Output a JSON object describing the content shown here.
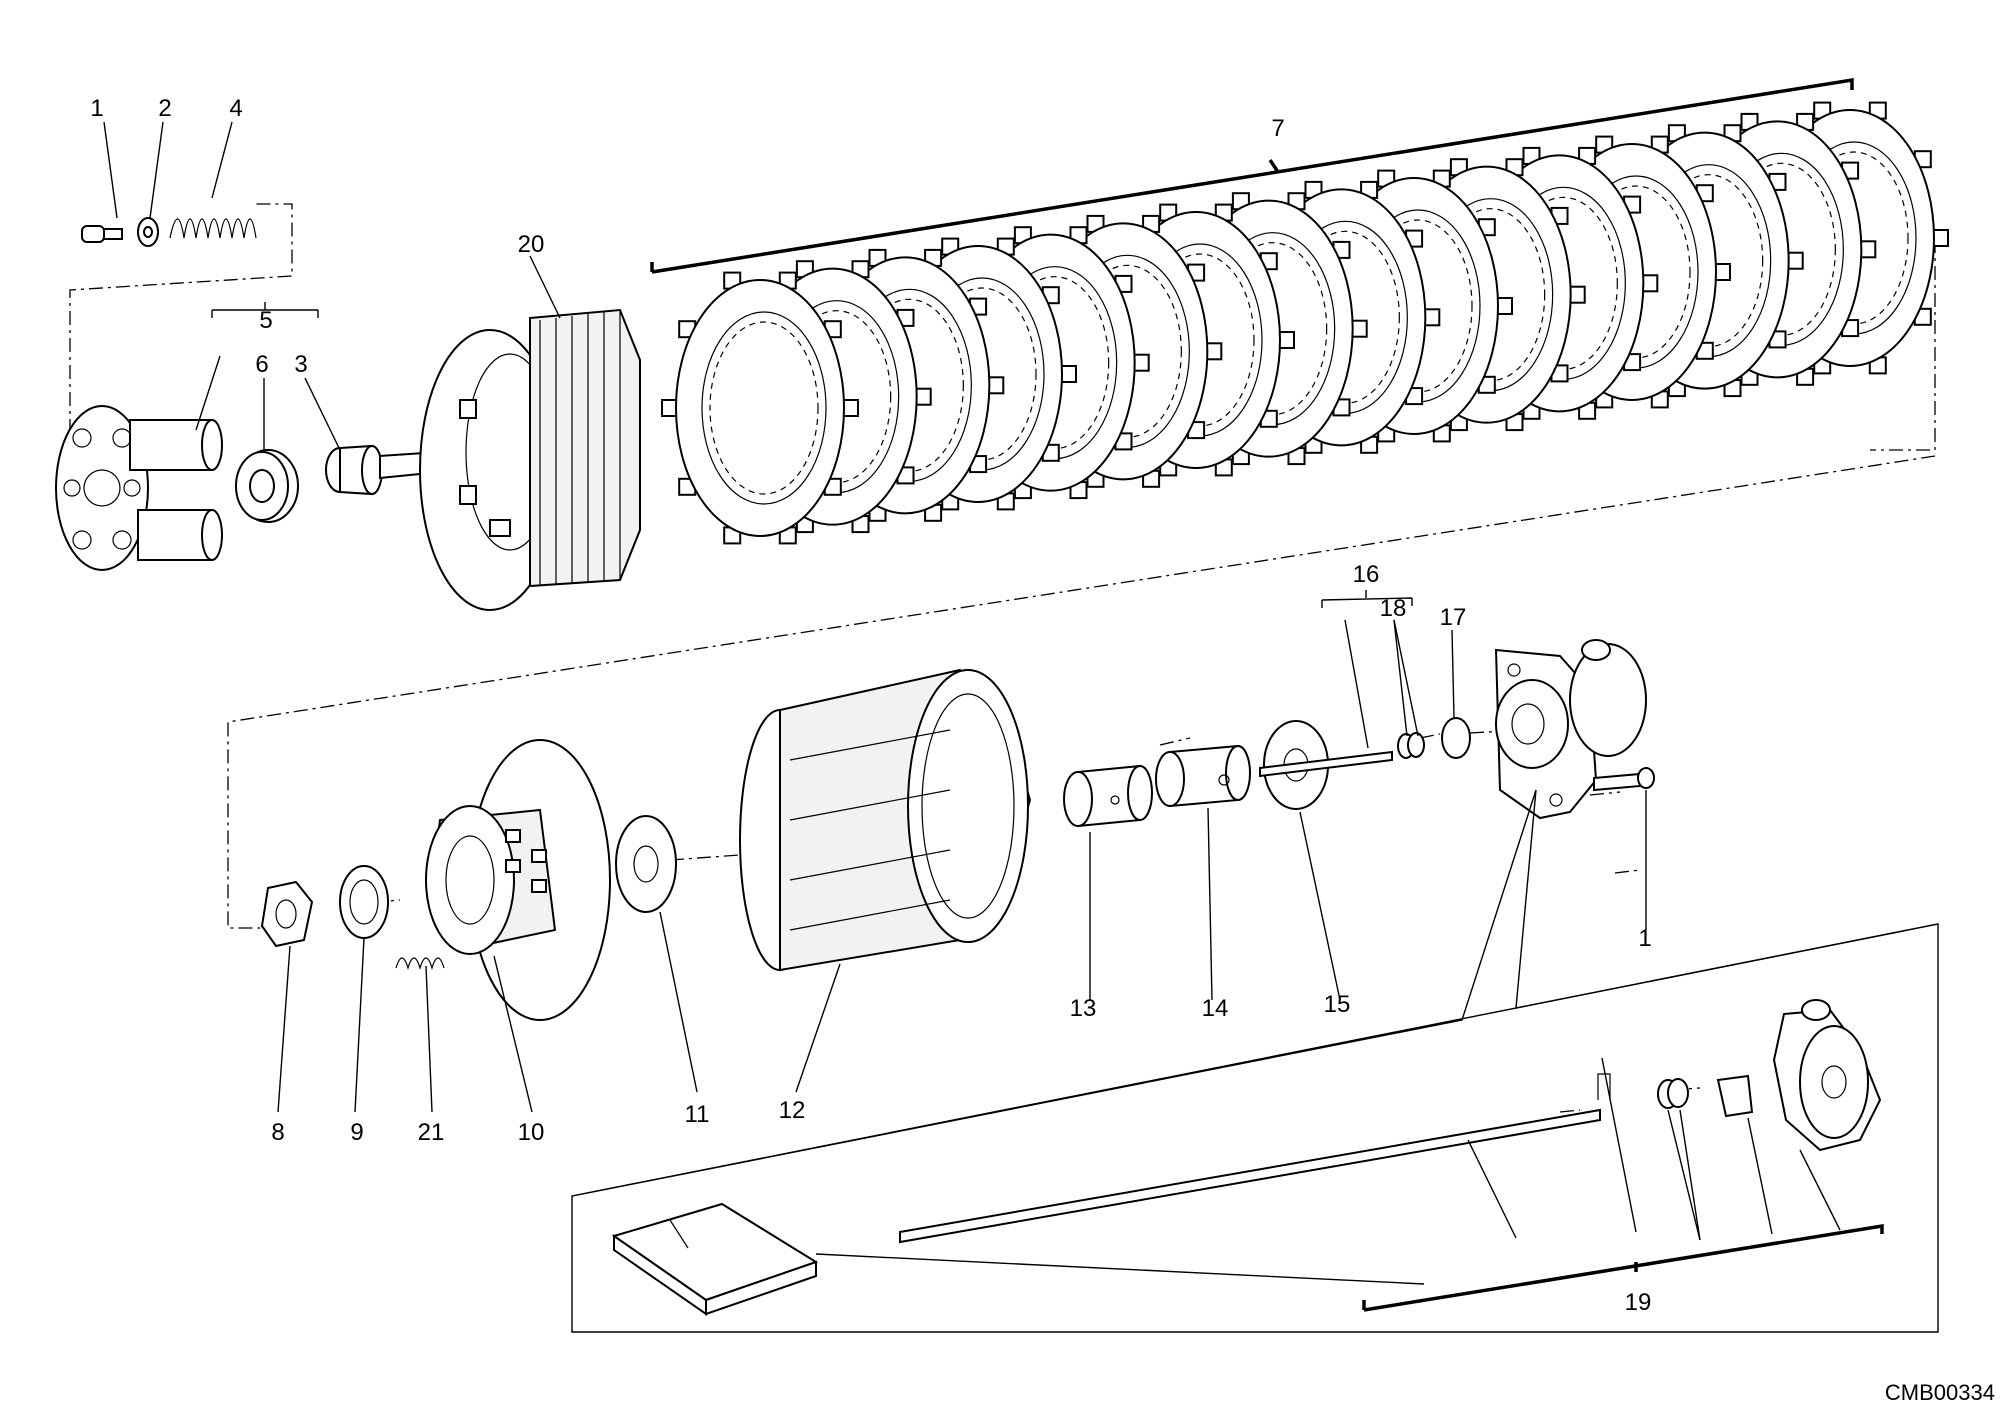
{
  "drawing_code": "CMB00334",
  "callouts": {
    "c1_top": "1",
    "c2": "2",
    "c4": "4",
    "c7": "7",
    "c20": "20",
    "c5": "5",
    "c6": "6",
    "c3": "3",
    "c16": "16",
    "c18": "18",
    "c17": "17",
    "c1_right": "1",
    "c13": "13",
    "c14": "14",
    "c15": "15",
    "c8": "8",
    "c9": "9",
    "c21": "21",
    "c10": "10",
    "c11": "11",
    "c12": "12",
    "c19": "19"
  }
}
